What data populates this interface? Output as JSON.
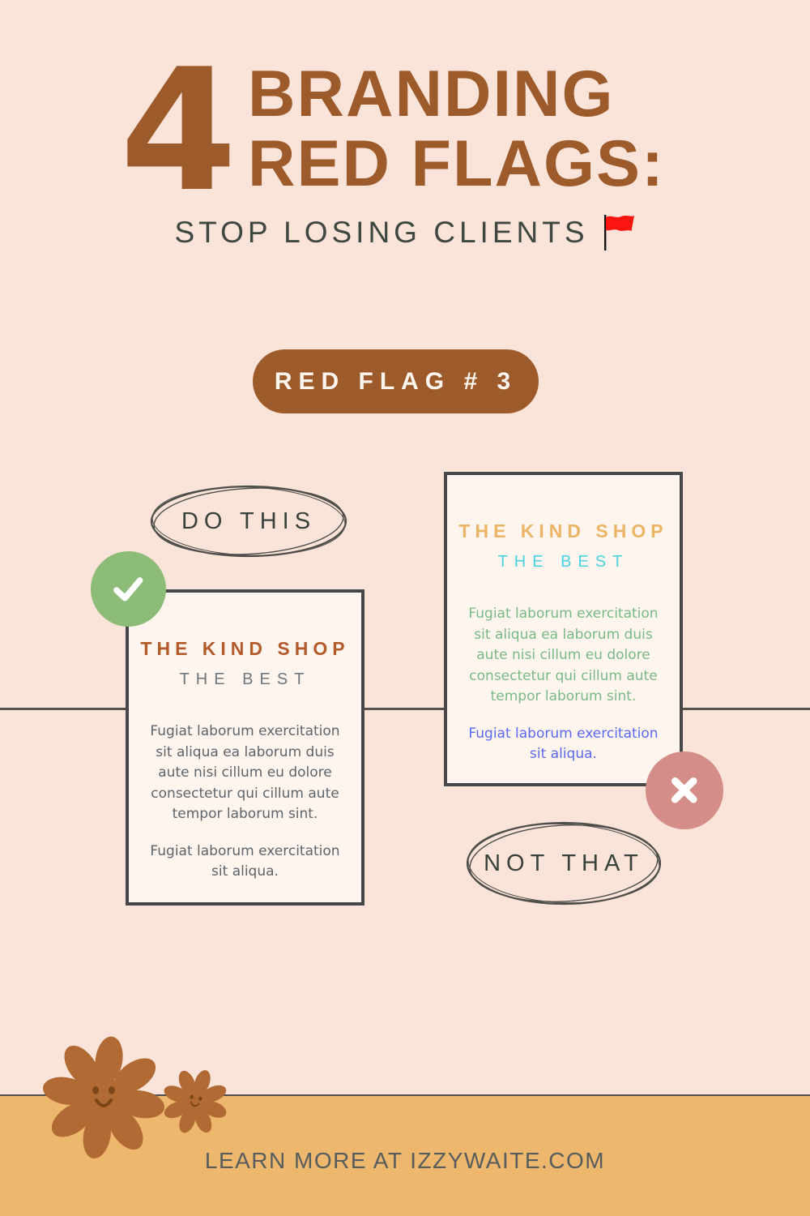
{
  "header": {
    "number": "4",
    "title_line1": "BRANDING",
    "title_line2": "RED FLAGS:",
    "subtitle": "STOP LOSING CLIENTS",
    "flag_icon": "red-flag-icon"
  },
  "red_flag_badge": {
    "label": "RED FLAG # 3"
  },
  "sections": {
    "do_this": {
      "label": "DO THIS",
      "icon": "checkmark-icon"
    },
    "not_that": {
      "label": "NOT THAT",
      "icon": "x-mark-icon"
    }
  },
  "cards": {
    "do_this": {
      "shop_name": "THE KIND SHOP",
      "tagline": "THE BEST",
      "paragraphs": [
        "Fugiat laborum exercitation sit aliqua ea laborum duis aute nisi cillum eu dolore consectetur qui cillum aute tempor laborum sint.",
        "Fugiat laborum exercitation sit aliqua."
      ]
    },
    "not_that": {
      "shop_name": "THE KIND SHOP",
      "tagline": "THE BEST",
      "paragraphs": [
        "Fugiat laborum exercitation sit aliqua ea laborum duis aute nisi cillum eu dolore consectetur qui cillum aute tempor laborum sint.",
        "Fugiat laborum exercitation sit aliqua."
      ]
    }
  },
  "footer": {
    "text": "LEARN MORE AT IZZYWAITE.COM",
    "decorations": [
      "flower-icon",
      "flower-icon"
    ]
  },
  "colors": {
    "background": "#fae3d8",
    "title_brown": "#9d5b2c",
    "subtitle_dark": "#3e4740",
    "pill_brown": "#9d5b2c",
    "card_background": "#fdf5ee",
    "card_border": "#47474a",
    "check_green": "#8cbc77",
    "x_pink": "#d48d89",
    "left_title": "#b35a2b",
    "left_tagline": "#6f767d",
    "left_body": "#5f646a",
    "right_title": "#ecb566",
    "right_tagline": "#49d3e2",
    "right_body_1": "#79b987",
    "right_body_2": "#5b68f1",
    "band_orange": "#edb86e",
    "footer_text": "#575c5d",
    "mid_line": "#55524d",
    "flag_red": "#fa1510",
    "flower_brown": "#b26a34"
  }
}
